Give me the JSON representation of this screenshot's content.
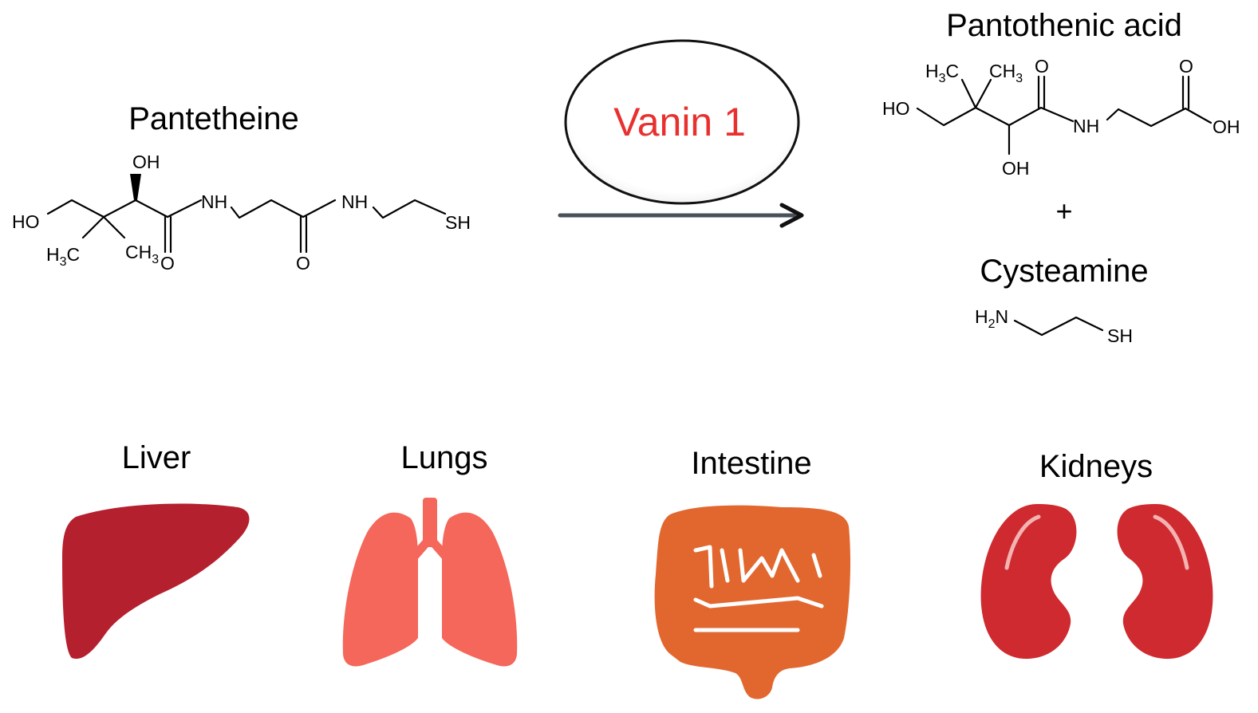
{
  "substrate": {
    "name": "Pantetheine",
    "atoms": {
      "oh_top": "OH",
      "ho_left": "HO",
      "h3c_h": "H",
      "h3c_sub": "3",
      "h3c_c": "C",
      "ch3_ch": "CH",
      "ch3_sub": "3",
      "o1": "O",
      "nh1": "NH",
      "o2": "O",
      "nh2": "NH",
      "sh": "SH"
    }
  },
  "enzyme": {
    "name": "Vanin 1",
    "color": "#e8312f"
  },
  "products": {
    "product1": {
      "name": "Pantothenic acid",
      "atoms": {
        "h3c_h": "H",
        "h3c_sub": "3",
        "h3c_c": "C",
        "ch3_ch": "CH",
        "ch3_sub": "3",
        "o_amide": "O",
        "o_acid": "O",
        "ho": "HO",
        "nh": "NH",
        "oh_right": "OH",
        "oh_bottom": "OH"
      }
    },
    "plus": "+",
    "product2": {
      "name": "Cysteamine",
      "atoms": {
        "h2n_h": "H",
        "h2n_sub": "2",
        "h2n_n": "N",
        "sh": "SH"
      }
    }
  },
  "organs": [
    {
      "label": "Liver",
      "color": "#b5202e",
      "icon": "liver-icon"
    },
    {
      "label": "Lungs",
      "color": "#f4675a",
      "icon": "lungs-icon"
    },
    {
      "label": "Intestine",
      "color": "#e2672f",
      "icon": "intestine-icon"
    },
    {
      "label": "Kidneys",
      "color": "#cf2a2f",
      "icon": "kidneys-icon"
    }
  ]
}
